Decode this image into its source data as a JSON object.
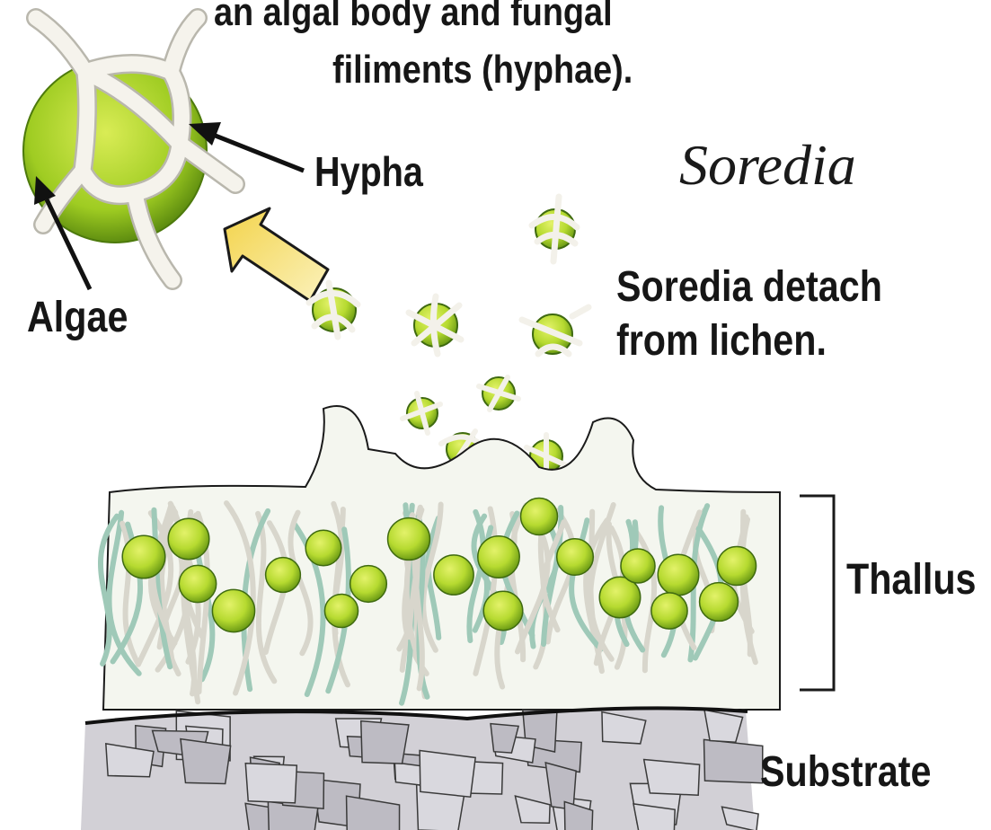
{
  "caption": {
    "line1": "an algal body and fungal",
    "line2": "filiments (hyphae)."
  },
  "labels": {
    "soredia_title": "Soredia",
    "hypha": "Hypha",
    "algae": "Algae",
    "detach_line1": "Soredia detach",
    "detach_line2": "from lichen.",
    "thallus": "Thallus",
    "substrate": "Substrate"
  },
  "colors": {
    "alga_green": "#a8d42a",
    "hypha_white": "#f3f1ea",
    "arrow_yellow": "#f6e27a",
    "rock_gray": "#c4c2c8",
    "outline": "#1a1a1a"
  }
}
